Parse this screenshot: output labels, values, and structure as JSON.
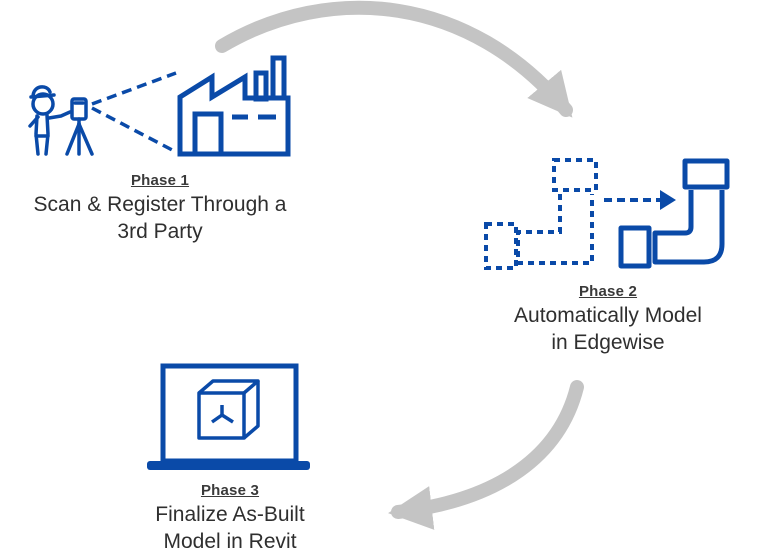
{
  "phases": [
    {
      "title": "Phase 1",
      "line1": "Scan & Register Through a",
      "line2": "3rd Party"
    },
    {
      "title": "Phase 2",
      "line1": "Automatically Model",
      "line2": "in Edgewise"
    },
    {
      "title": "Phase 3",
      "line1": "Finalize As-Built",
      "line2": "Model in Revit"
    }
  ],
  "colors": {
    "icon": "#0a4aa8",
    "arrow": "#c4c4c4",
    "text": "#2f2f2f"
  },
  "icons": [
    "surveyor-icon",
    "scanner-tripod-icon",
    "factory-icon",
    "pipe-scan-icon",
    "laptop-cube-icon"
  ]
}
